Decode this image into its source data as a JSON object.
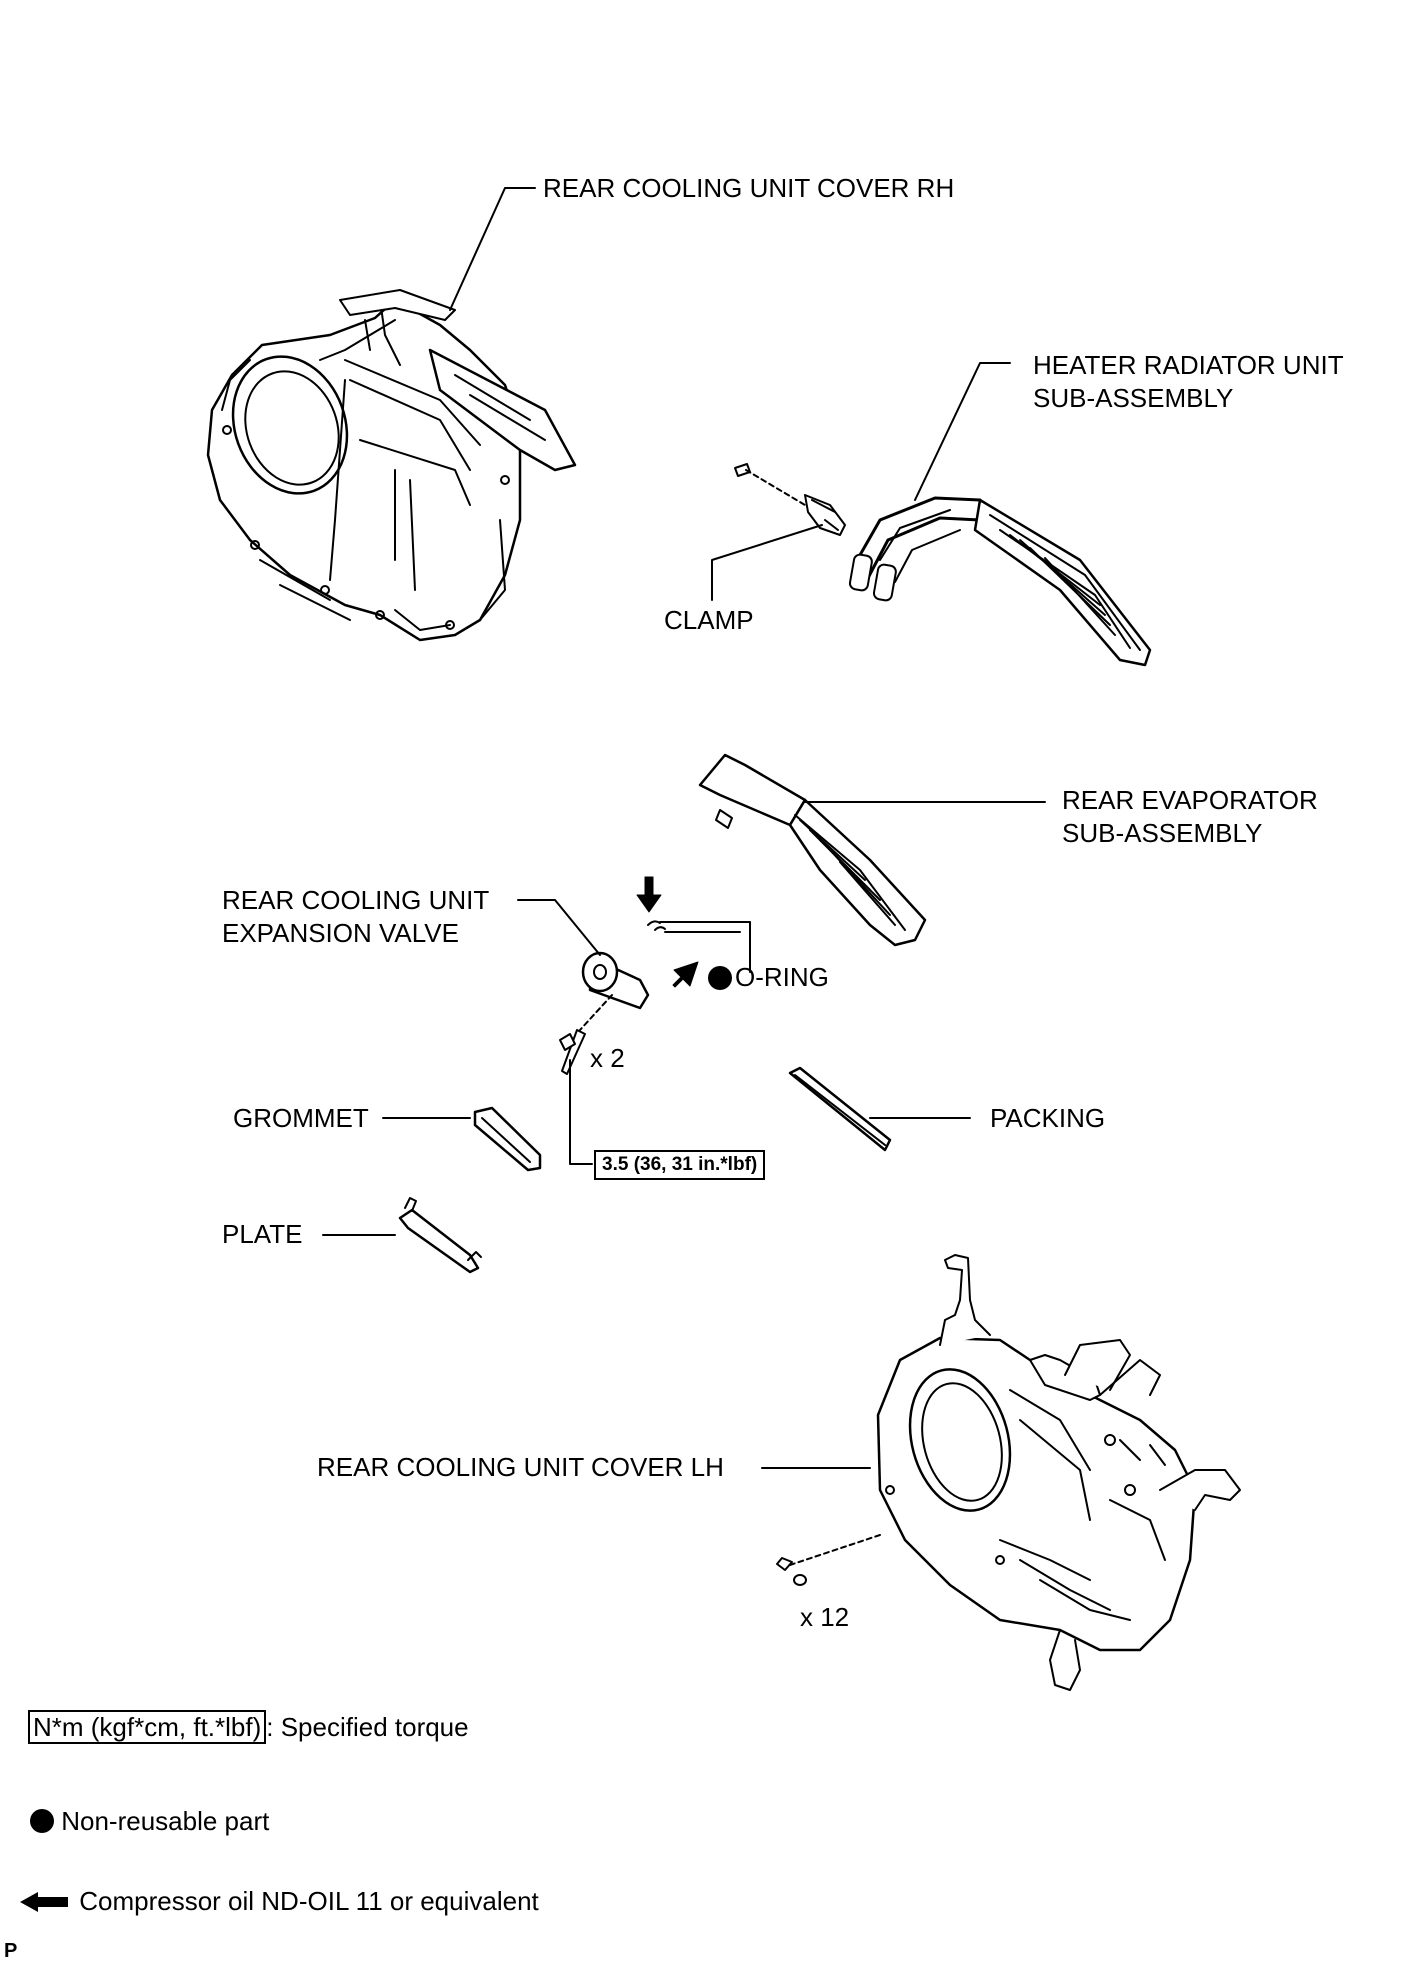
{
  "labels": {
    "cover_rh": "REAR COOLING UNIT COVER RH",
    "heater_line1": "HEATER RADIATOR UNIT",
    "heater_line2": "SUB-ASSEMBLY",
    "clamp": "CLAMP",
    "evaporator_line1": "REAR EVAPORATOR",
    "evaporator_line2": "SUB-ASSEMBLY",
    "expansion_line1": "REAR COOLING UNIT",
    "expansion_line2": "EXPANSION VALVE",
    "oring": "O-RING",
    "x2": "x 2",
    "grommet": "GROMMET",
    "packing": "PACKING",
    "plate": "PLATE",
    "cover_lh": "REAR COOLING UNIT COVER LH",
    "x12": "x 12"
  },
  "torque": "3.5 (36, 31 in.*lbf)",
  "legend": {
    "torque_unit": "N*m (kgf*cm, ft.*lbf)",
    "torque_text": ": Specified torque",
    "nonreusable_text": "Non-reusable part",
    "oil_text": "Compressor oil ND-OIL 11 or equivalent"
  },
  "page_marker": "P"
}
